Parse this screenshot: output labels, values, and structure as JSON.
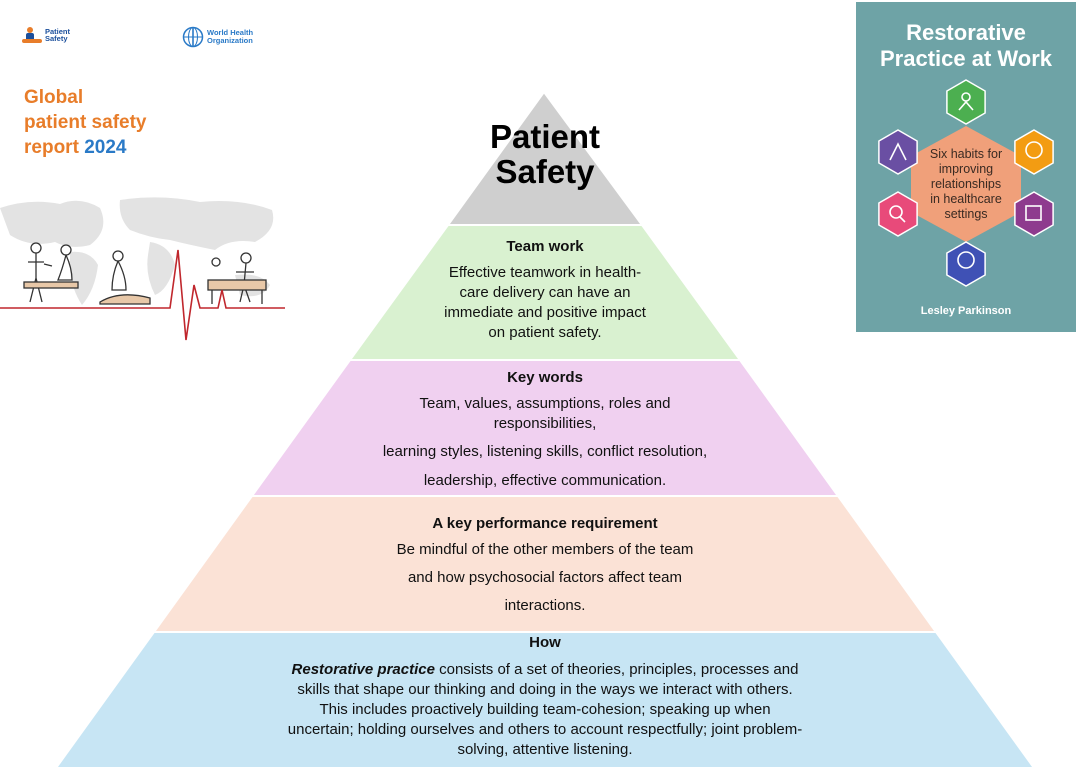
{
  "logos": {
    "patient_safety_line1": "Patient",
    "patient_safety_line2": "Safety",
    "who_line1": "World Health",
    "who_line2": "Organization"
  },
  "report": {
    "line1": "Global",
    "line2": "patient safety",
    "line3_a": "report ",
    "line3_b": "2024"
  },
  "pyramid": {
    "apex_line1": "Patient",
    "apex_line2": "Safety",
    "tier1": {
      "heading": "Team work",
      "lines": [
        "Effective teamwork in health-",
        "care delivery can have an",
        "immediate and positive impact",
        "on patient safety."
      ]
    },
    "tier2": {
      "heading": "Key words",
      "line1": "Team, values, assumptions, roles and",
      "line2": "responsibilities,",
      "line3": "learning styles, listening skills, conflict resolution,",
      "line4": "leadership, effective communication."
    },
    "tier3": {
      "heading": "A key performance requirement",
      "line1": "Be mindful of the other members of the team",
      "line2": "and how psychosocial factors affect team",
      "line3": "interactions."
    },
    "tier4": {
      "heading": "How",
      "emph": "Restorative practice",
      "line1_rest": " consists of a set of theories, principles, processes and",
      "line2": "skills that shape our thinking and doing in the ways we interact with others.",
      "line3": "This includes proactively building team-cohesion; speaking up when",
      "line4": "uncertain; holding ourselves and others to account respectfully; joint problem-",
      "line5": "solving, attentive listening."
    },
    "colors": {
      "apex": "#cfcfcf",
      "tier1": "#d9f1d0",
      "tier2": "#f0d0f0",
      "tier3": "#fbe2d6",
      "tier4": "#c7e5f4"
    }
  },
  "book": {
    "title_line1": "Restorative",
    "title_line2": "Practice at Work",
    "subtitle_lines": [
      "Six habits for",
      "improving",
      "relationships",
      "in healthcare",
      "settings"
    ],
    "author": "Lesley Parkinson",
    "hex_colors": [
      "#4caf50",
      "#f39c12",
      "#8e3b8e",
      "#3f51b5",
      "#e84a7a",
      "#6a4fa3"
    ],
    "center_hex_color": "#f0a07a",
    "background": "#6ea3a6"
  }
}
